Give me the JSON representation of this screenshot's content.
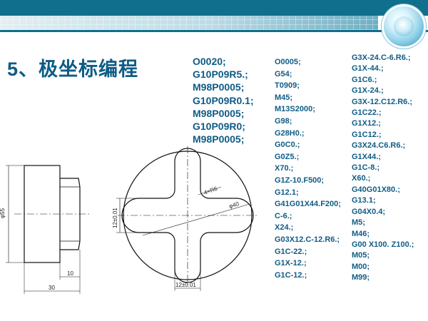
{
  "title": "5、极坐标编程",
  "program_main": [
    "O0020;",
    "G10P09R5.;",
    "M98P0005;",
    "G10P09R0.1;",
    "M98P0005;",
    "G10P09R0;",
    "M98P0005;"
  ],
  "program_sub_a": [
    "O0005;",
    "G54;",
    "T0909;",
    "M45;",
    "M13S2000;",
    "G98;",
    "G28H0.;",
    "G0C0.;",
    "G0Z5.;",
    "X70.;",
    "G1Z-10.F500;",
    "G12.1;",
    "G41G01X44.F200;",
    "C-6.;",
    "X24.;",
    "G03X12.C-12.R6.;",
    "G1C-22.;",
    "G1X-12.;",
    "G1C-12.;"
  ],
  "program_sub_b": [
    "G3X-24.C-6.R6.;",
    "G1X-44.;",
    "G1C6.;",
    "G1X-24.;",
    "G3X-12.C12.R6.;",
    "G1C22.;",
    "G1X12.;",
    "G1C12.;",
    "G3X24.C6.R6.;",
    "G1X44.;",
    "G1C-8.;",
    "X60.;",
    "G40G01X80.;",
    "G13.1;",
    "G04X0.4;",
    "M5;",
    "M46;",
    "G00 X100. Z100.;",
    "M05;",
    "M00;",
    "M99;"
  ],
  "drawing": {
    "diameter_label": "φ55",
    "length_total_label": "30",
    "length_step_label": "10",
    "slot_width_v_label": "12±0.01",
    "slot_width_h_label": "12±0.01",
    "radius_label": "4×R6",
    "circle_label": "φ40"
  },
  "colors": {
    "text": "#0e5c86",
    "banner": "#0f6f8c"
  }
}
